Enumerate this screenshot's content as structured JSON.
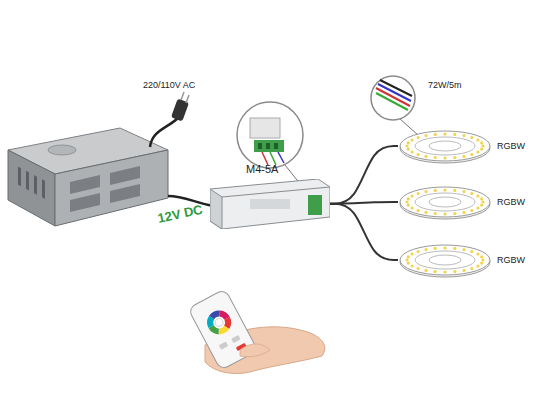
{
  "diagram": {
    "nodes": [
      {
        "text": [
          "M4-5A"
        ]
      },
      {
        "text": [
          "RGBW"
        ]
      },
      {
        "text": [
          "RGBW"
        ]
      },
      {
        "text": [
          "RGBW"
        ]
      }
    ],
    "edges": [
      {
        "from": 0,
        "to": 1,
        "arrow": "none"
      },
      {
        "from": 0,
        "to": 2,
        "arrow": "none"
      },
      {
        "from": 0,
        "to": 3,
        "arrow": "none"
      }
    ],
    "labels": [
      "220/110V AC",
      "12V DC",
      "72W/5m"
    ]
  }
}
